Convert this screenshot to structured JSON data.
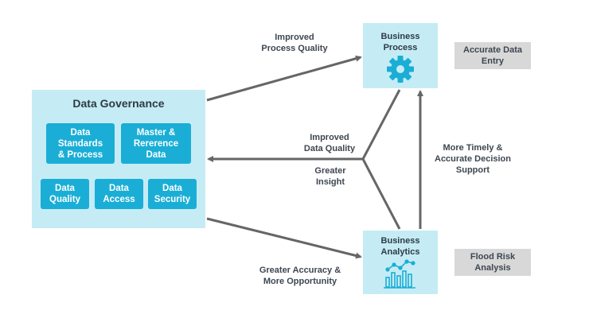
{
  "governance": {
    "title": "Data Governance",
    "tiles": [
      "Data\nStandards\n& Process",
      "Master &\nRererence\nData",
      "Data\nQuality",
      "Data\nAccess",
      "Data\nSecurity"
    ]
  },
  "business_process": {
    "title": "Business\nProcess",
    "example": "Accurate Data\nEntry"
  },
  "business_analytics": {
    "title": "Business\nAnalytics",
    "example": "Flood Risk\nAnalysis"
  },
  "edges": {
    "improved_process_quality": "Improved\nProcess Quality",
    "improved_data_quality": "Improved\nData Quality",
    "greater_insight": "Greater\nInsight",
    "more_timely": "More Timely &\nAccurate Decision\nSupport",
    "greater_accuracy": "Greater Accuracy &\nMore Opportunity"
  },
  "colors": {
    "panel": "#c5ecf5",
    "tile": "#1aaed6",
    "arrow": "#666666",
    "example_box": "#d8d8d8"
  },
  "icons": {
    "process": "gear-icon",
    "analytics": "bar-chart-icon"
  }
}
